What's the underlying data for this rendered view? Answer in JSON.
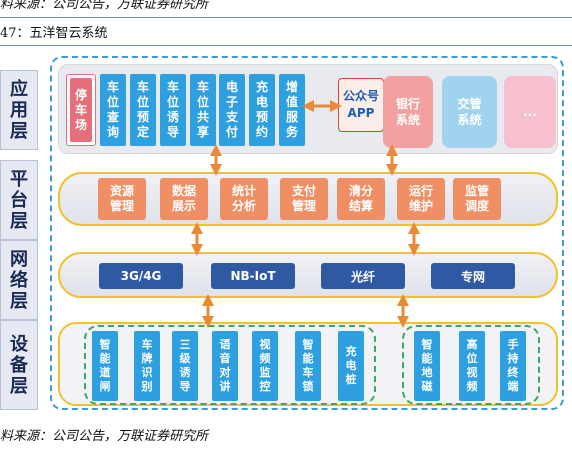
{
  "top_text": "料来源：公司公告，万联证券研究所",
  "figure_title": "47：五洋智云系统",
  "layers": [
    {
      "label": [
        "应",
        "用",
        "层"
      ]
    },
    {
      "label": [
        "平",
        "台",
        "层"
      ]
    },
    {
      "label": [
        "网",
        "络",
        "层"
      ]
    },
    {
      "label": [
        "设",
        "备",
        "层"
      ]
    }
  ],
  "app_layer": {
    "parking_lot": [
      "停",
      "车",
      "场"
    ],
    "functions": [
      [
        "车",
        "位",
        "查",
        "询"
      ],
      [
        "车",
        "位",
        "预",
        "定"
      ],
      [
        "车",
        "位",
        "诱",
        "导"
      ],
      [
        "车",
        "位",
        "共",
        "享"
      ],
      [
        "电",
        "子",
        "支",
        "付"
      ],
      [
        "充",
        "电",
        "预",
        "约"
      ],
      [
        "增",
        "值",
        "服",
        "务"
      ]
    ],
    "app_box": {
      "line1": "公众号",
      "line2": "APP"
    },
    "external": [
      {
        "line1": "银行",
        "line2": "系统"
      },
      {
        "line1": "交管",
        "line2": "系统"
      },
      {
        "line1": "...",
        "line2": ""
      }
    ]
  },
  "platform_layer": [
    {
      "line1": "资源",
      "line2": "管理"
    },
    {
      "line1": "数据",
      "line2": "展示"
    },
    {
      "line1": "统计",
      "line2": "分析"
    },
    {
      "line1": "支付",
      "line2": "管理"
    },
    {
      "line1": "清分",
      "line2": "结算"
    },
    {
      "line1": "运行",
      "line2": "维护"
    },
    {
      "line1": "监管",
      "line2": "调度"
    }
  ],
  "network_layer": [
    "3G/4G",
    "NB-IoT",
    "光纤",
    "专网"
  ],
  "device_layer": {
    "group1": [
      [
        "智",
        "能",
        "道",
        "闸"
      ],
      [
        "车",
        "牌",
        "识",
        "别"
      ],
      [
        "三",
        "级",
        "诱",
        "导"
      ],
      [
        "语",
        "音",
        "对",
        "讲"
      ],
      [
        "视",
        "频",
        "监",
        "控"
      ],
      [
        "智",
        "能",
        "车",
        "锁"
      ],
      [
        "充",
        "电",
        "桩"
      ]
    ],
    "group2": [
      [
        "智",
        "能",
        "地",
        "磁"
      ],
      [
        "高",
        "位",
        "视",
        "频"
      ],
      [
        "手",
        "持",
        "终",
        "端"
      ]
    ]
  },
  "source": "料来源：公司公告，万联证券研究所",
  "colors": {
    "app_blue": "#2ea0e0",
    "platform_orange": "#f08f64",
    "network_navy": "#2f5aa3",
    "device_blue": "#2ea0e0",
    "frame_blue": "#3a9bd8",
    "band_yellow": "#f2c12e",
    "device_dash_green": "#3aa763",
    "parking_red": "#e5707a",
    "external_red": "#f3a0a0",
    "external_blue": "#9fd3ee",
    "external_pink": "#f7c0cf",
    "arrow_orange": "#e88a3a"
  }
}
